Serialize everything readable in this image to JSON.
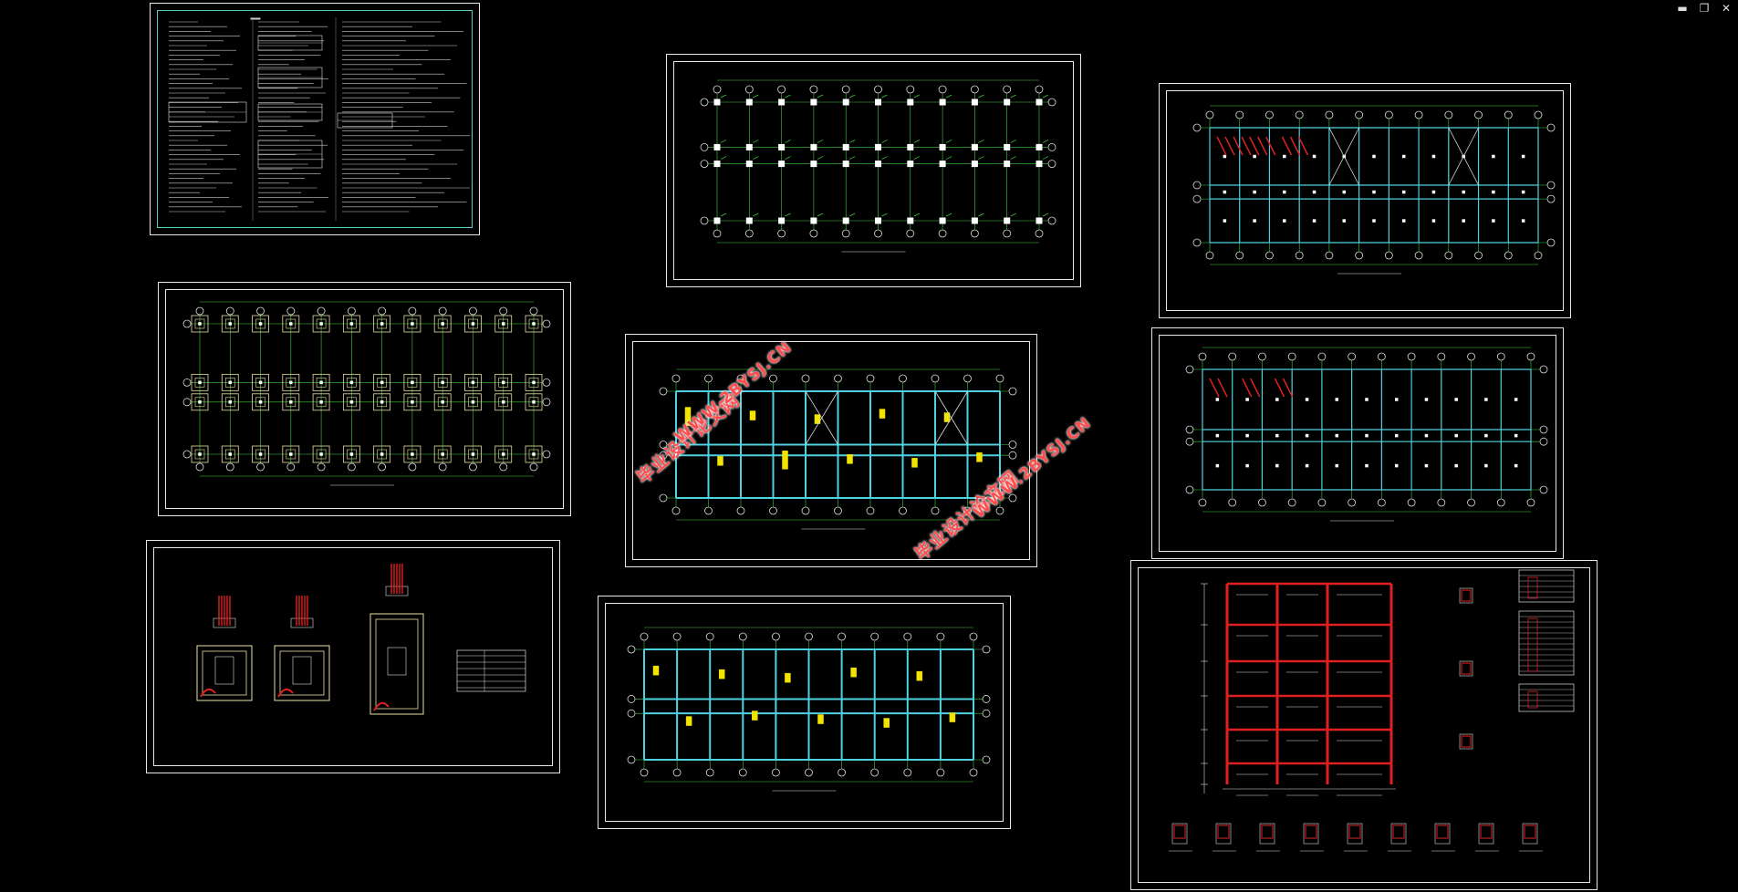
{
  "window": {
    "controls": [
      "minimize",
      "restore",
      "close"
    ],
    "control_glyphs": {
      "minimize": "▬",
      "restore": "❐",
      "close": "✕"
    }
  },
  "watermarks": [
    {
      "cn": "毕业设计论文网",
      "url": "WWW.2BYSJ.CN"
    },
    {
      "cn": "毕业设计论文网",
      "url": "WWW.2BYSJ.CN"
    }
  ],
  "colors": {
    "background": "#000000",
    "frame": "#e8e8e8",
    "axis_green": "#3fcf3f",
    "beam_cyan": "#4fd1e0",
    "rebar_red": "#e02020",
    "tag_yellow": "#f2e400",
    "watermark_red": "#ff4d4d"
  },
  "sheets": [
    {
      "id": "design-notes",
      "kind": "notes"
    },
    {
      "id": "column-layout-plan",
      "kind": "column-plan"
    },
    {
      "id": "second-floor-slab-plan",
      "kind": "slab-plan"
    },
    {
      "id": "foundation-plan",
      "kind": "foundation-plan"
    },
    {
      "id": "beam-reinforcement-plan-a",
      "kind": "beam-plan"
    },
    {
      "id": "roof-slab-plan",
      "kind": "slab-plan"
    },
    {
      "id": "footing-details",
      "kind": "footing-details"
    },
    {
      "id": "beam-reinforcement-plan-b",
      "kind": "beam-plan"
    },
    {
      "id": "frame-elevation",
      "kind": "frame-elevation"
    }
  ]
}
